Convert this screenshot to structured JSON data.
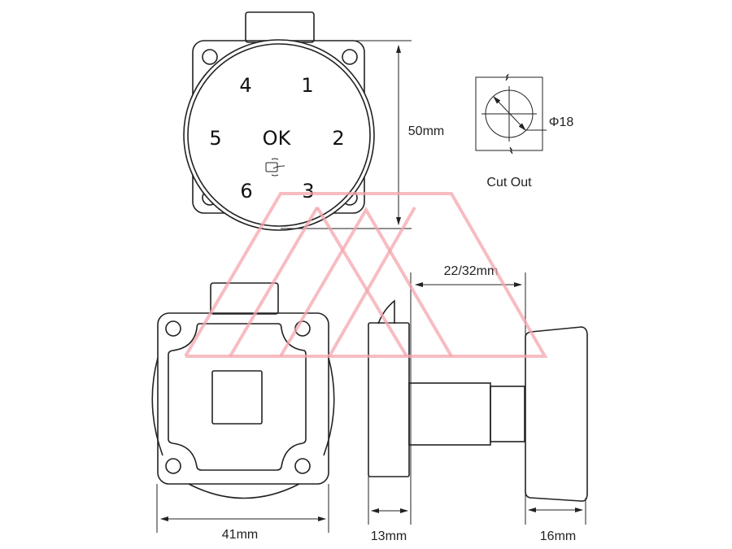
{
  "front_view": {
    "keys": [
      "4",
      "1",
      "5",
      "OK",
      "2",
      "6",
      "3"
    ],
    "height_label": "50mm"
  },
  "cut_out": {
    "diameter_label": "Φ18",
    "title": "Cut Out"
  },
  "back_view": {
    "width_label": "41mm"
  },
  "side_view": {
    "thickness_label": "13mm",
    "door_thickness_label": "22/32mm",
    "knob_label": "16mm"
  },
  "colors": {
    "line": "#222222",
    "watermark": "#f4a6ad"
  }
}
